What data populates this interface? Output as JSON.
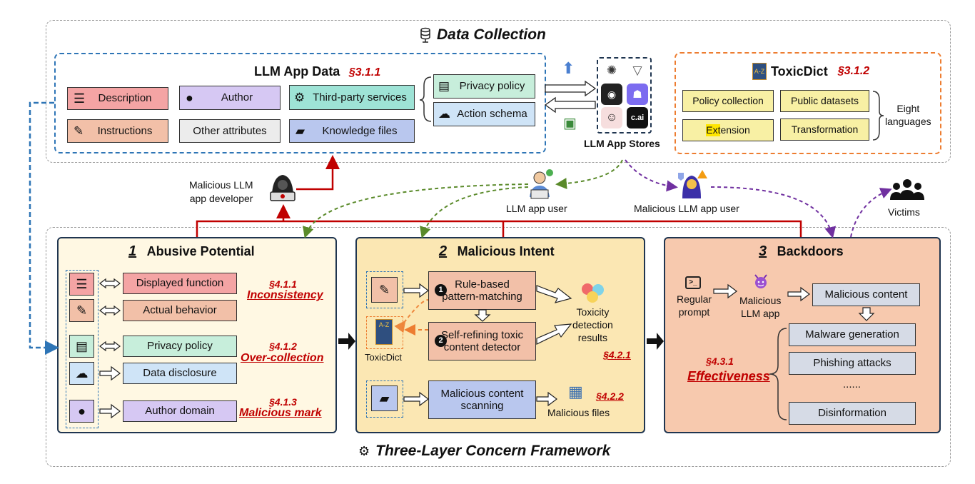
{
  "top": {
    "title": "Data Collection",
    "app_data": {
      "title": "LLM App Data",
      "section": "§3.1.1"
    },
    "attrs": {
      "description": "Description",
      "author": "Author",
      "third_party": "Third-party services",
      "instructions": "Instructions",
      "other": "Other attributes",
      "knowledge": "Knowledge files",
      "privacy_policy": "Privacy policy",
      "action_schema": "Action schema"
    },
    "stores_label": "LLM App Stores",
    "store_icons": {
      "c_ai": "c.ai"
    },
    "toxicdict": {
      "title": "ToxicDict",
      "section": "§3.1.2",
      "policy": "Policy collection",
      "public": "Public datasets",
      "extension_hl": "Ext",
      "extension_rest": "ension",
      "transformation": "Transformation",
      "languages_1": "Eight",
      "languages_2": "languages"
    }
  },
  "actors": {
    "developer_1": "Malicious  LLM",
    "developer_2": "app developer",
    "user": "LLM app user",
    "malicious_user": "Malicious  LLM app user",
    "victims": "Victims"
  },
  "bottom": {
    "title": "Three-Layer Concern Framework",
    "abusive": {
      "num": "1",
      "title": "Abusive Potential",
      "displayed": "Displayed function",
      "actual": "Actual behavior",
      "privacy": "Privacy policy",
      "disclosure": "Data disclosure",
      "author_domain": "Author domain",
      "sec1": "§4.1.1",
      "label1": "Inconsistency",
      "sec2": "§4.1.2",
      "label2": "Over-collection",
      "sec3": "§4.1.3",
      "label3": "Malicious mark"
    },
    "intent": {
      "num": "2",
      "title": "Malicious Intent",
      "rule_1": "Rule-based",
      "rule_2": "pattern-matching",
      "self_1": "Self-refining toxic",
      "self_2": "content detector",
      "toxic_label": "ToxicDict",
      "results_1": "Toxicity",
      "results_2": "detection",
      "results_3": "results",
      "sec1": "§4.2.1",
      "scan_1": "Malicious content",
      "scan_2": "scanning",
      "files": "Malicious files",
      "sec2": "§4.2.2",
      "step1": "1",
      "step2": "2"
    },
    "backdoors": {
      "num": "3",
      "title": "Backdoors",
      "prompt_1": "Regular",
      "prompt_2": "prompt",
      "app_1": "Malicious",
      "app_2": "LLM app",
      "content": "Malicious content",
      "malware": "Malware generation",
      "phishing": "Phishing attacks",
      "dots": "......",
      "disinfo": "Disinformation",
      "sec": "§4.3.1",
      "label": "Effectiveness"
    }
  },
  "colors": {
    "red": "#f4a4a4",
    "purple": "#d6c8f3",
    "teal": "#9ee3d6",
    "salmon": "#f2c0a8",
    "grey": "#ececec",
    "lavender": "#b9c7ee",
    "mint": "#c7eedb",
    "sky": "#cfe4f7",
    "yellow": "#f8f0a4",
    "panel1": "#fff8e3",
    "panel2": "#fbe7b3",
    "panel3": "#f7c9ae",
    "navy": "#1f3550",
    "blue_dash": "#2e75b6",
    "orange_dash": "#ed7d31"
  }
}
